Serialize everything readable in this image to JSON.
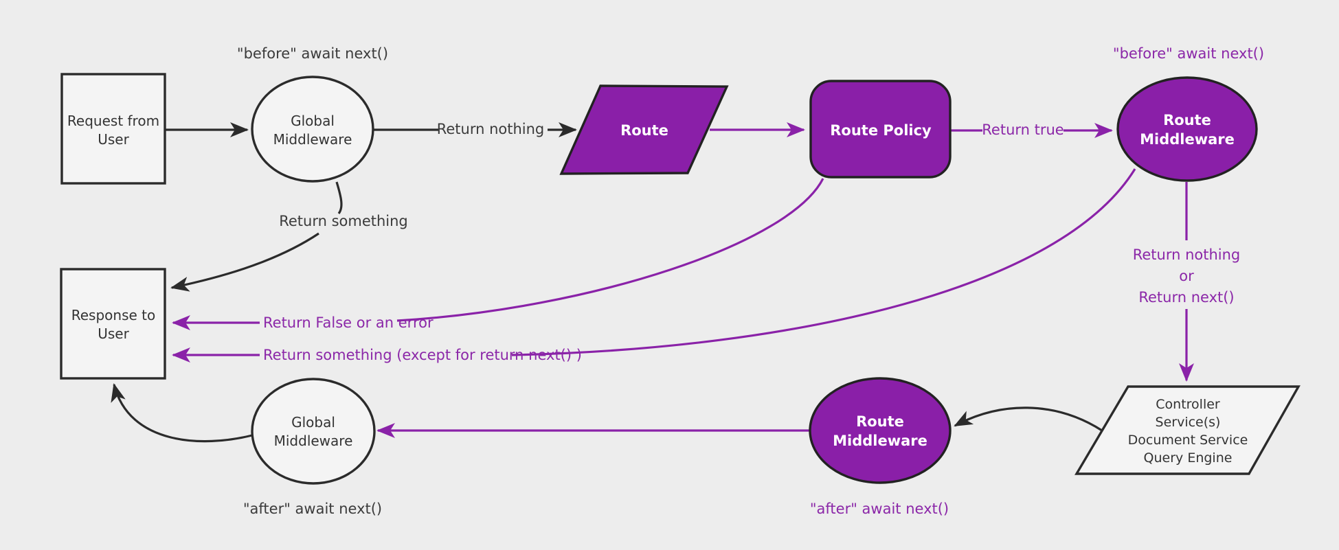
{
  "canvas": {
    "background": "#EDEDED",
    "node_fill": "#F4F4F4",
    "purple_fill": "#8A1FA8",
    "purple_line": "#8A22A8",
    "purple_text": "#8B27A8",
    "dark_line": "#2B2B2B",
    "dark_text": "#333333"
  },
  "nodes": {
    "request": {
      "lines": [
        "Request from",
        "User"
      ]
    },
    "global_middleware_top": {
      "lines": [
        "Global",
        "Middleware"
      ]
    },
    "route": {
      "label": "Route"
    },
    "route_policy": {
      "label": "Route Policy"
    },
    "route_middleware_top": {
      "lines": [
        "Route",
        "Middleware"
      ]
    },
    "controller": {
      "lines": [
        "Controller",
        "Service(s)",
        "Document Service",
        "Query Engine"
      ]
    },
    "route_middleware_bottom": {
      "lines": [
        "Route",
        "Middleware"
      ]
    },
    "global_middleware_bottom": {
      "lines": [
        "Global",
        "Middleware"
      ]
    },
    "response": {
      "lines": [
        "Response to",
        "User"
      ]
    }
  },
  "labels": {
    "before_await_top": "\"before\" await next()",
    "return_nothing": "Return nothing",
    "return_something": "Return something",
    "before_await_route": "\"before\" await next()",
    "return_true": "Return true",
    "return_nothing_or": [
      "Return nothing",
      "or",
      "Return next()"
    ],
    "return_false_or_error": "Return False or an error",
    "return_something_except": "Return something (except for return next() )",
    "after_await_route": "\"after\" await next()",
    "after_await_global": "\"after\" await next()"
  }
}
